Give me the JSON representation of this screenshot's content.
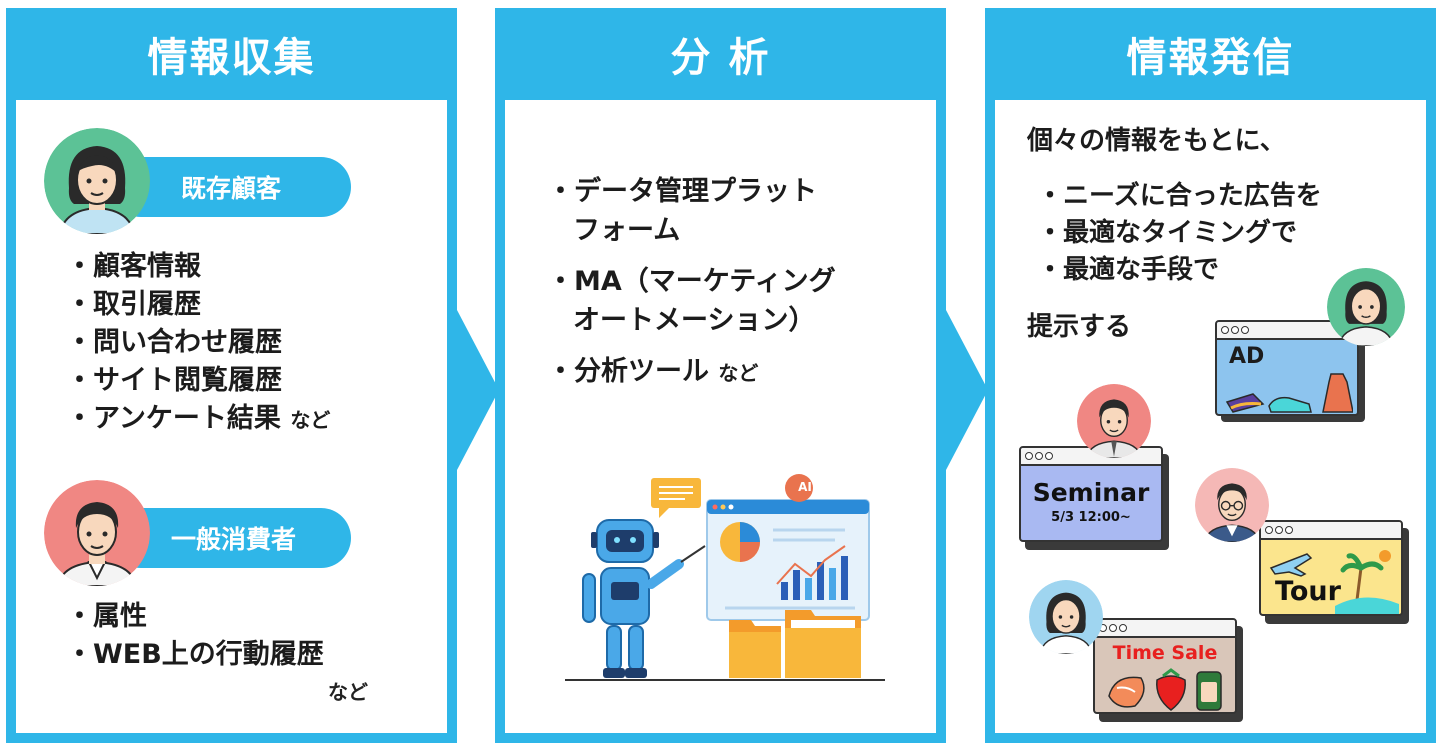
{
  "columns": [
    {
      "title": "情報収集"
    },
    {
      "title": "分 析"
    },
    {
      "title": "情報発信"
    }
  ],
  "collection": {
    "existing": {
      "label": "既存顧客",
      "items": [
        "・顧客情報",
        "・取引履歴",
        "・問い合わせ履歴",
        "・サイト閲覧履歴",
        "・アンケート結果"
      ],
      "suffix": "など"
    },
    "general": {
      "label": "一般消費者",
      "items": [
        "・属性",
        "・WEB上の行動履歴"
      ],
      "suffix": "など"
    }
  },
  "analysis": {
    "items": [
      "・データ管理プラット",
      "フォーム",
      "・MA（マーケティング",
      "オートメーション）",
      "・分析ツール"
    ],
    "suffix": "など",
    "ai_badge": "AI"
  },
  "delivery": {
    "intro": "個々の情報をもとに、",
    "items": [
      "・ニーズに合った広告を",
      "・最適なタイミングで",
      "・最適な手段で"
    ],
    "outro": "提示する",
    "cards": {
      "ad": "AD",
      "seminar": "Seminar",
      "seminar_time": "5/3 12:00~",
      "tour": "Tour",
      "sale": "Time Sale"
    }
  },
  "colors": {
    "brand": "#2fb6e8",
    "seminar_bg": "#a9b9f2",
    "ad_bg": "#8dc4ee",
    "tour_bg": "#fbe58d",
    "sale_bg": "#d9c6b9",
    "sale_text": "#e8201f"
  }
}
